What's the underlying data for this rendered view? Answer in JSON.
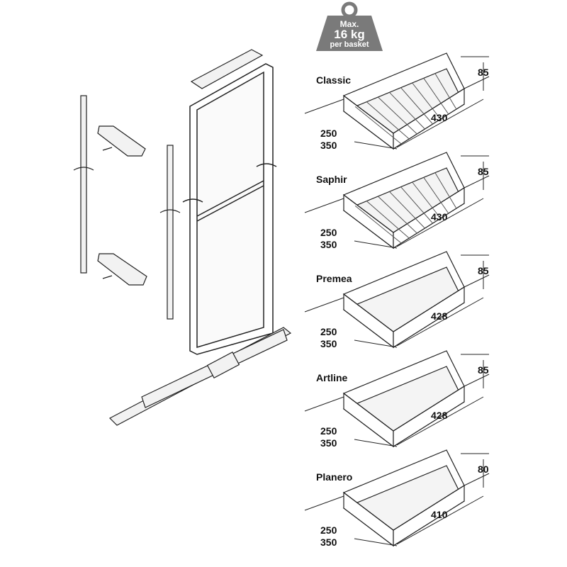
{
  "weight_badge": {
    "line1": "Max.",
    "line2": "16 kg",
    "line3": "per basket"
  },
  "baskets": [
    {
      "name": "Classic",
      "height": "85",
      "width": "430",
      "depth1": "250",
      "depth2": "350"
    },
    {
      "name": "Saphir",
      "height": "85",
      "width": "430",
      "depth1": "250",
      "depth2": "350"
    },
    {
      "name": "Premea",
      "height": "85",
      "width": "428",
      "depth1": "250",
      "depth2": "350"
    },
    {
      "name": "Artline",
      "height": "85",
      "width": "428",
      "depth1": "250",
      "depth2": "350"
    },
    {
      "name": "Planero",
      "height": "80",
      "width": "410",
      "depth1": "250",
      "depth2": "350"
    }
  ],
  "colors": {
    "line": "#222222",
    "badge": "#7a7a7a",
    "fill": "#f2f2f2"
  }
}
